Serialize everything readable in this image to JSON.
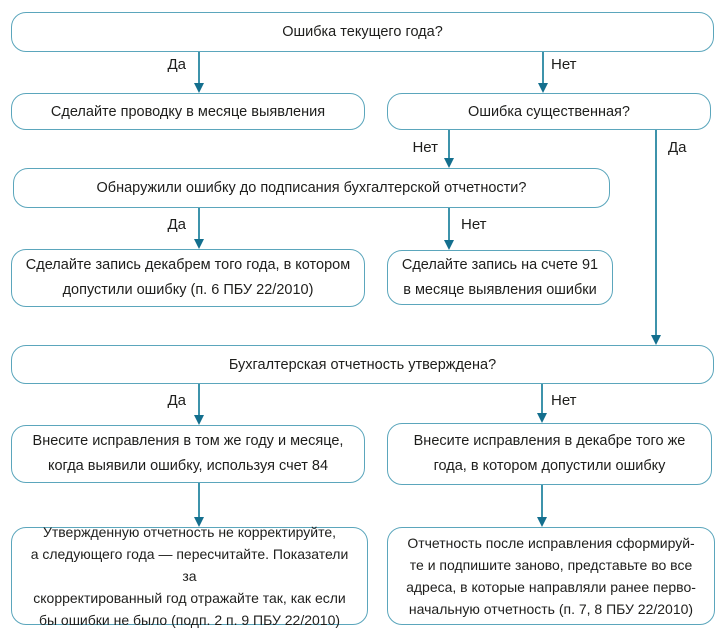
{
  "colors": {
    "background": "#ffffff",
    "border": "#5ba6bc",
    "stem": "#3d93ab",
    "head": "#146f8e",
    "text": "#1e1e1c"
  },
  "labels": {
    "yes": "Да",
    "no": "Нет"
  },
  "nodes": {
    "q_current_year": {
      "text": "Ошибка текущего года?"
    },
    "a_posting_month": {
      "text": "Сделайте проводку в месяце выявления"
    },
    "q_material": {
      "text": "Ошибка существенная?"
    },
    "q_before_signing": {
      "text": "Обнаружили ошибку до подписания бухгалтерской отчетности?"
    },
    "a_december_entry": {
      "text": "Сделайте запись декабрем того года, в котором\nдопустили ошибку (п. 6 ПБУ 22/2010)"
    },
    "a_account91": {
      "text": "Сделайте запись на счете 91\nв месяце выявления ошибки"
    },
    "q_approved": {
      "text": "Бухгалтерская отчетность утверждена?"
    },
    "a_account84": {
      "text": "Внесите исправления в том же году и месяце,\nкогда выявили ошибку, используя счет 84"
    },
    "a_december_fix": {
      "text": "Внесите исправления в декабре того же\nгода, в котором допустили ошибку"
    },
    "a_no_correct": {
      "text": "Утвержденную отчетность не корректируйте,\nа следующего года — пересчитайте. Показатели за\nскорректированный год отражайте так, как если\nбы ошибки не было (подп. 2 п. 9 ПБУ 22/2010)"
    },
    "a_resubmit": {
      "text": "Отчетность после исправления сформируй-\nте и подпишите заново, представьте во все\nадреса, в которые направляли ранее перво-\nначальную отчетность (п. 7, 8 ПБУ 22/2010)"
    }
  },
  "edges": [
    {
      "from": "q_current_year",
      "to": "a_posting_month",
      "label": "Да"
    },
    {
      "from": "q_current_year",
      "to": "q_material",
      "label": "Нет"
    },
    {
      "from": "q_material",
      "to": "q_before_signing",
      "label": "Нет"
    },
    {
      "from": "q_material",
      "to": "q_approved",
      "label": "Да"
    },
    {
      "from": "q_before_signing",
      "to": "a_december_entry",
      "label": "Да"
    },
    {
      "from": "q_before_signing",
      "to": "a_account91",
      "label": "Нет"
    },
    {
      "from": "q_approved",
      "to": "a_account84",
      "label": "Да"
    },
    {
      "from": "q_approved",
      "to": "a_december_fix",
      "label": "Нет"
    },
    {
      "from": "a_account84",
      "to": "a_no_correct",
      "label": ""
    },
    {
      "from": "a_december_fix",
      "to": "a_resubmit",
      "label": ""
    }
  ]
}
